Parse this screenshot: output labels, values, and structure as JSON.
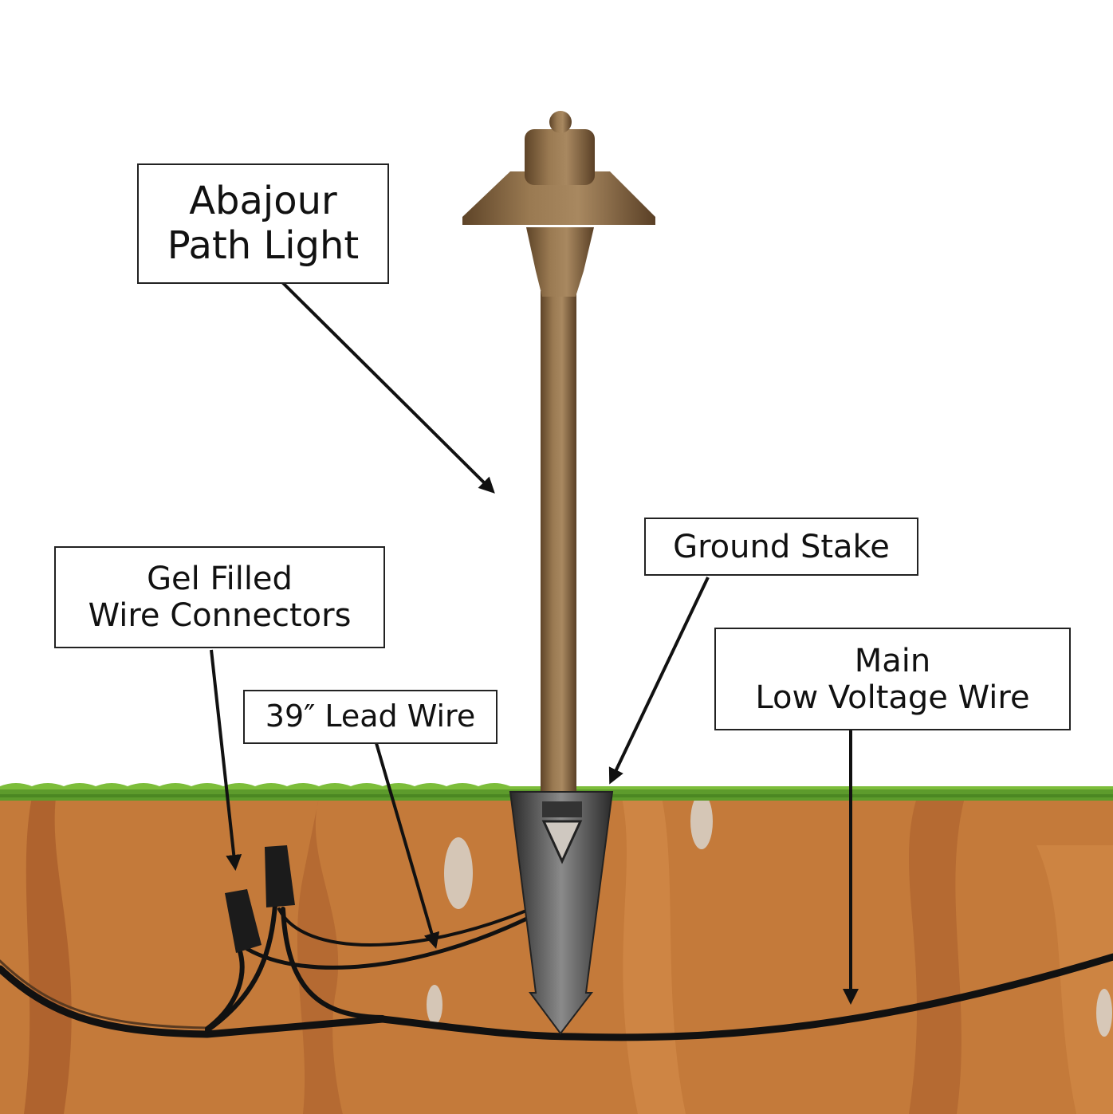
{
  "labels": {
    "path_light": [
      "Abajour",
      "Path Light"
    ],
    "connectors": [
      "Gel Filled",
      "Wire Connectors"
    ],
    "lead_wire": "39″ Lead Wire",
    "ground_stake": "Ground Stake",
    "main_wire": [
      "Main",
      "Low Voltage Wire"
    ]
  },
  "colors": {
    "soil": "#c47a3a",
    "soil_dark": "#a65a2a",
    "grass": "#5d9b2c",
    "brass": "#8a6a45",
    "wire": "#111111"
  }
}
